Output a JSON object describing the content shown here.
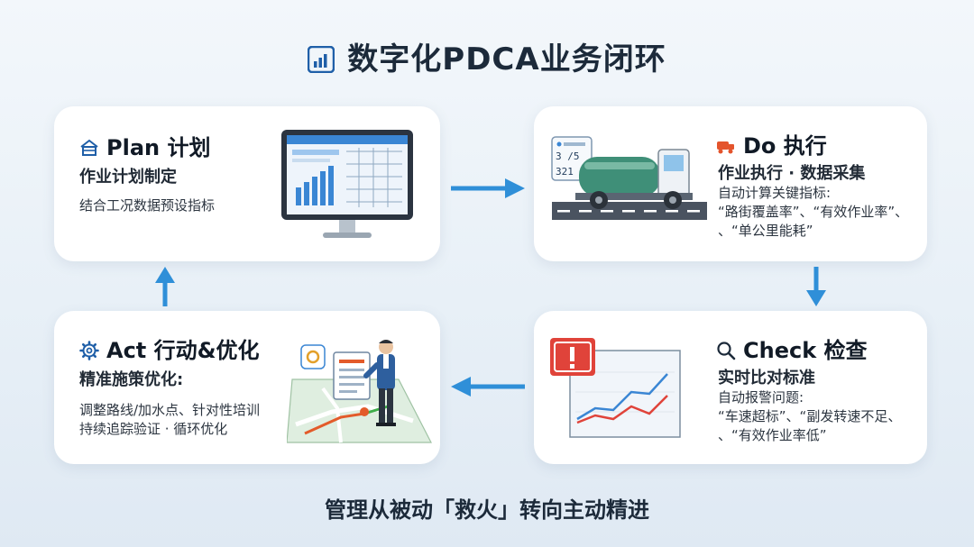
{
  "title": "数字化PDCA业务闭环",
  "cards": {
    "plan": {
      "title": "Plan 计划",
      "subtitle": "作业计划制定",
      "desc": [
        "结合工况数据预设指标"
      ]
    },
    "do": {
      "title": "Do 执行",
      "subtitle": "作业执行 · 数据采集",
      "desc": [
        "自动计算关键指标:",
        "“路街覆盖率”、“有效作业率”、",
        "、“单公里能耗”"
      ]
    },
    "check": {
      "title": "Check 检查",
      "subtitle": "实时比对标准",
      "desc": [
        "自动报警问题:",
        "“车速超标”、“副发转速不足、",
        "、“有效作业率低”"
      ]
    },
    "act": {
      "title": "Act 行动&优化",
      "subtitle": "精准施策优化:",
      "desc": [
        "调整路线/加水点、针对性培训",
        "持续追踪验证 · 循环优化"
      ]
    }
  },
  "truck_panel": {
    "line1": "3 /5",
    "line2": "321"
  },
  "footer": "管理从被动「救火」转向主动精进",
  "colors": {
    "accent": "#2f8fd8",
    "truck_tank": "#3f8f78",
    "alert": "#e0433a",
    "background": "#eaf1f8"
  },
  "icons": {
    "title": "bar-chart-icon",
    "plan": "home-icon",
    "do": "truck-icon",
    "check": "search-icon",
    "act": "gear-icon"
  }
}
